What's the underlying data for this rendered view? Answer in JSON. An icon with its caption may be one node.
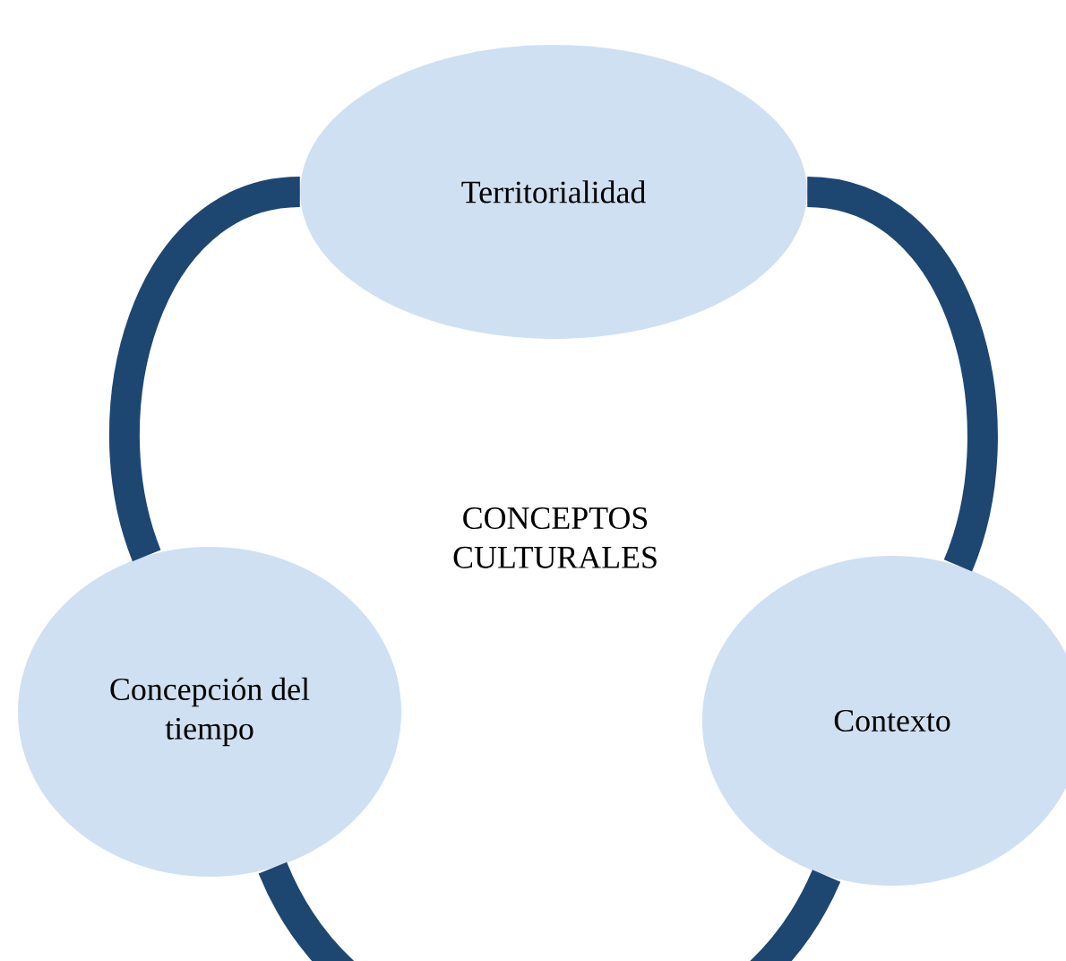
{
  "diagram": {
    "nodes": [
      {
        "text": [
          "Territorialidad"
        ]
      },
      {
        "text": [
          "Concepción del tiempo"
        ]
      },
      {
        "text": [
          "Contexto"
        ]
      }
    ],
    "edges": [
      {
        "from": 0,
        "to": 2,
        "arrow": "none"
      },
      {
        "from": 2,
        "to": 1,
        "arrow": "none"
      },
      {
        "from": 1,
        "to": 0,
        "arrow": "none"
      }
    ],
    "labels": [
      "CONCEPTOS CULTURALES"
    ]
  }
}
